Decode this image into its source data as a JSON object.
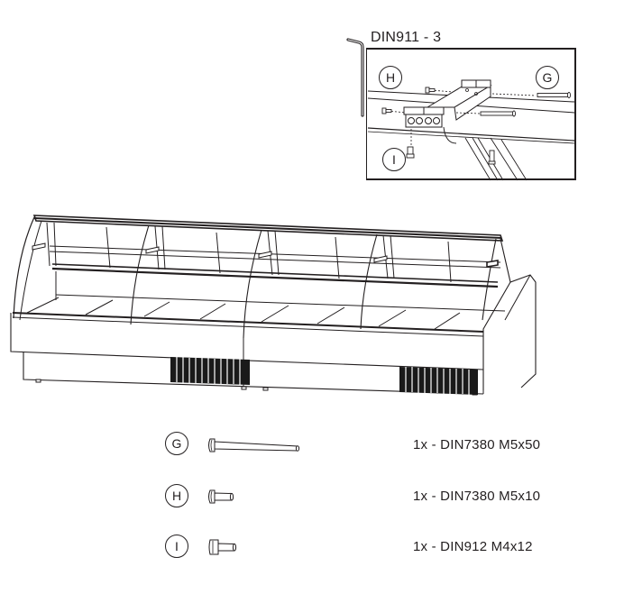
{
  "detail": {
    "title": "DIN911 - 3",
    "tool_icon": "allen-key-icon",
    "callouts": [
      {
        "letter": "H"
      },
      {
        "letter": "G"
      },
      {
        "letter": "I"
      }
    ]
  },
  "main_illustration": {
    "subject": "display-counter-assembly",
    "sections": 4
  },
  "parts": [
    {
      "letter": "G",
      "icon": "long-bolt-icon",
      "label": "1x - DIN7380 M5x50"
    },
    {
      "letter": "H",
      "icon": "short-bolt-icon",
      "label": "1x - DIN7380 M5x10"
    },
    {
      "letter": "I",
      "icon": "socket-cap-screw-icon",
      "label": "1x - DIN912 M4x12"
    }
  ],
  "colors": {
    "ink": "#231f20",
    "background": "#ffffff",
    "vent": "#1a1a1a"
  }
}
